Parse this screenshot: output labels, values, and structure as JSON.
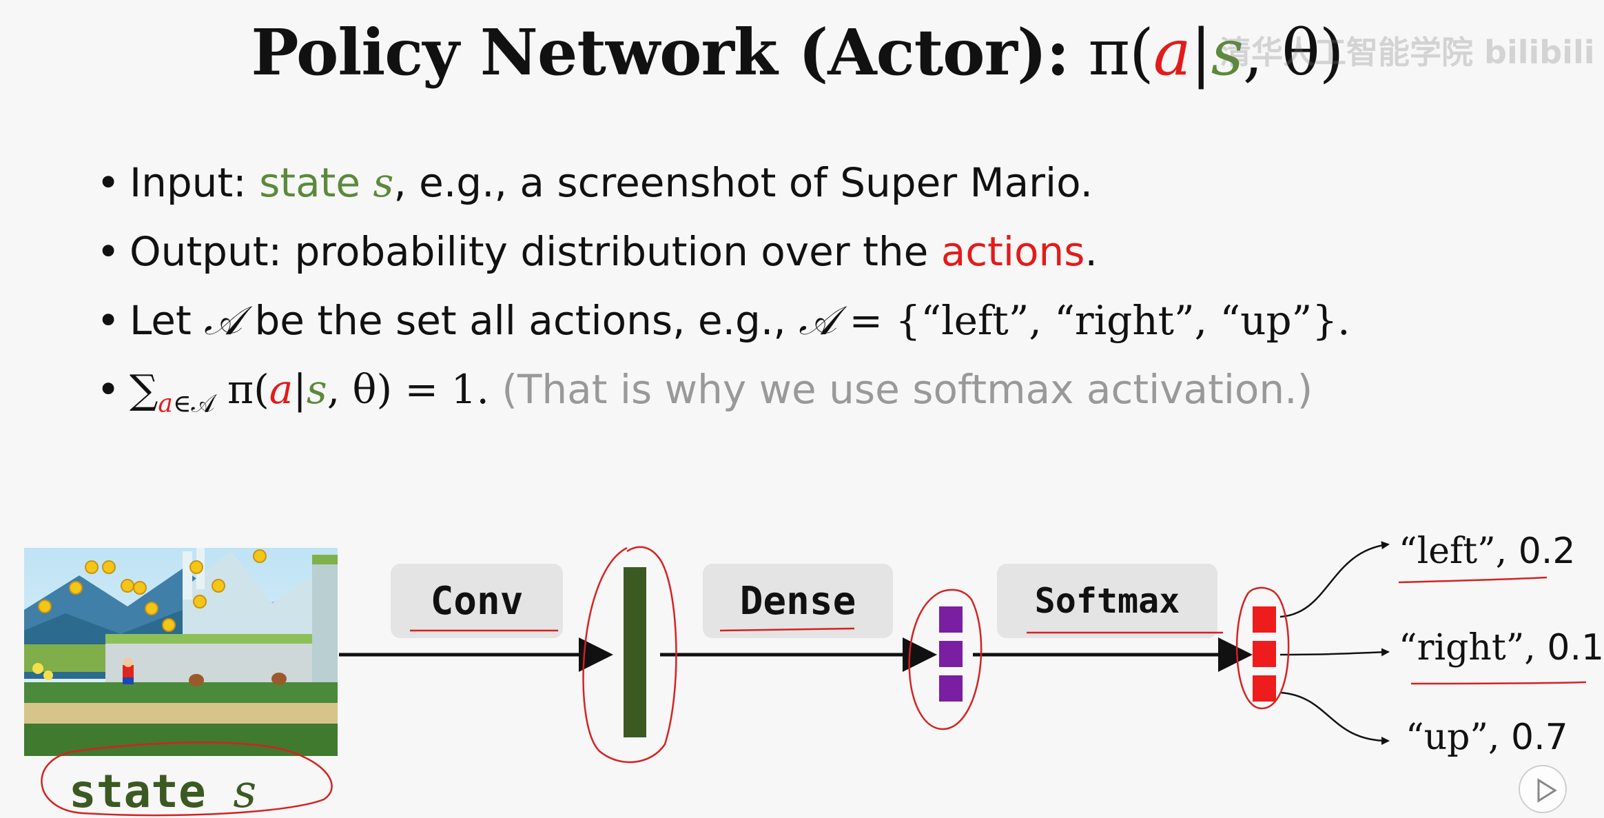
{
  "title": {
    "main": "Policy Network (Actor):",
    "pi": "π(",
    "a": "a",
    "bar": "|",
    "s": "s",
    "theta": ", θ)"
  },
  "watermark": "清华人工智能学院 bilibili",
  "bullets": {
    "b1": {
      "pre": "Input: ",
      "state": "state ",
      "s": "s",
      "post": ", e.g., a screenshot of Super Mario."
    },
    "b2": {
      "pre": "Output: probability distribution over the ",
      "actions": "actions",
      "post": "."
    },
    "b3": {
      "pre": "Let ",
      "A": "𝒜",
      "mid": " be the set all actions, e.g., ",
      "A2": "𝒜",
      "set": " = {“left”, “right”, “up”}."
    },
    "b4": {
      "sum": "∑",
      "sub_a": "a",
      "sub_in": "∈𝒜",
      "pi": " π(",
      "a": "a",
      "bar": "|",
      "s": "s",
      "theta": ", θ) = 1.",
      "note": " (That is why we use softmax activation.)"
    }
  },
  "layers": {
    "conv": "Conv",
    "dense": "Dense",
    "softmax": "Softmax"
  },
  "state_label": {
    "word": "state ",
    "s": "s"
  },
  "outputs": [
    {
      "label": "“left”, ",
      "prob": "0.2"
    },
    {
      "label": "“right”, ",
      "prob": "0.1"
    },
    {
      "label": "“up”, ",
      "prob": "0.7"
    }
  ],
  "colors": {
    "action_red": "#e21b1b",
    "state_green": "#5a8a3a",
    "conv_green": "#3b5a22",
    "dense_purple": "#7a1fa2",
    "softmax_red": "#ee1c1c",
    "annotation_red": "#d62020"
  }
}
